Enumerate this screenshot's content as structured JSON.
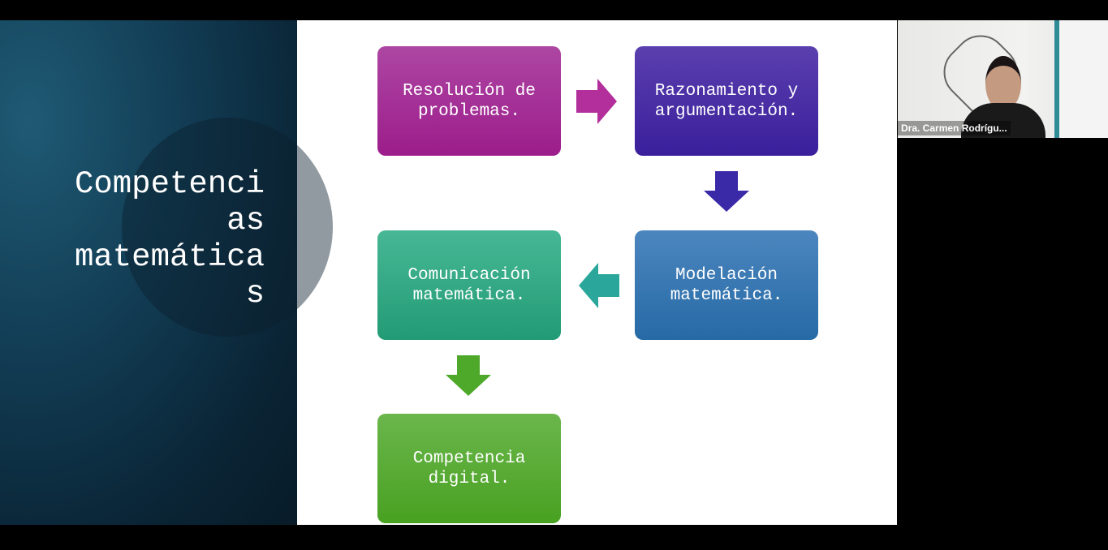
{
  "slide": {
    "title": "Competenci\nas\nmatemática\ns",
    "boxes": [
      {
        "label": "Resolución de\nproblemas.",
        "color": "#a0248f"
      },
      {
        "label": "Razonamiento y\nargumentación.",
        "color": "#4128a0"
      },
      {
        "label": "Modelación\nmatemática.",
        "color": "#2c6ea8"
      },
      {
        "label": "Comunicación\nmatemática.",
        "color": "#2aa07b"
      },
      {
        "label": "Competencia\ndigital.",
        "color": "#4ea528"
      }
    ]
  },
  "video_tile": {
    "participant_name": "Dra. Carmen Rodrígu..."
  }
}
